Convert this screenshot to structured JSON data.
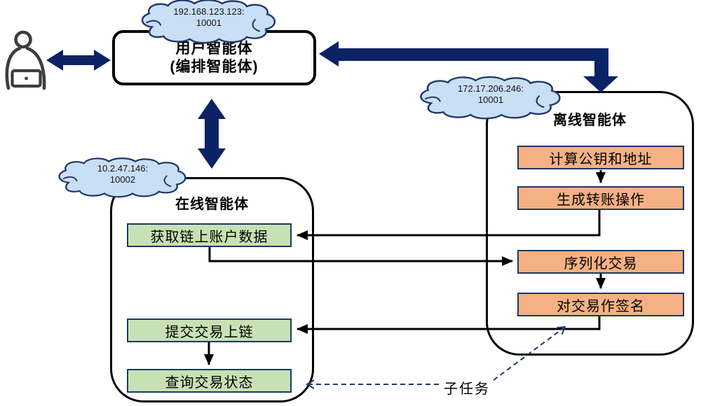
{
  "user_agent": {
    "cloud": {
      "address": "192.168.123.123:",
      "port": "10001"
    },
    "title_line1": "用户智能体",
    "title_line2": "(编排智能体)"
  },
  "offline_agent": {
    "cloud": {
      "address": "172.17.206.246:",
      "port": "10001"
    },
    "title": "离线智能体",
    "steps": [
      "计算公钥和地址",
      "生成转账操作",
      "序列化交易",
      "对交易作签名"
    ]
  },
  "online_agent": {
    "cloud": {
      "address": "10.2.47.146:",
      "port": "10002"
    },
    "title": "在线智能体",
    "steps": [
      "获取链上账户数据",
      "提交交易上链",
      "查询交易状态"
    ]
  },
  "annotations": {
    "subtask_label": "子任务"
  },
  "colors": {
    "big_arrow_navy": "#0B2265",
    "cloud_fill": "#C9DFF6",
    "cloud_border": "#24386B",
    "offline_step_fill": "#F5B183",
    "offline_step_border": "#1F3864",
    "online_step_fill": "#C7E1B5",
    "online_step_border": "#203864",
    "flow_line": "#000000",
    "dashed_arrow": "#1F3864"
  }
}
